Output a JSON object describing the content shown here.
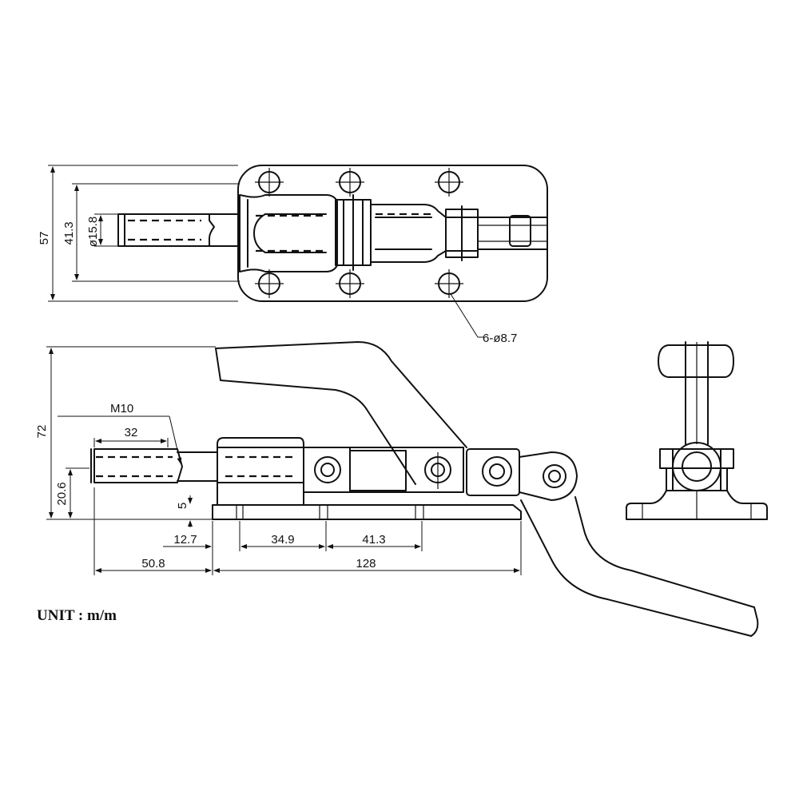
{
  "top_view": {
    "dim_height_57": "57",
    "dim_height_41_3": "41.3",
    "dim_plunger_dia": "ø15.8",
    "hole_callout": "6-ø8.7"
  },
  "side_view": {
    "dim_height_72": "72",
    "thread_callout": "M10",
    "dim_thread_length": "32",
    "dim_axis_height": "20.6",
    "dim_base_thickness": "5",
    "dim_offset_12_7": "12.7",
    "dim_hole_spacing_1": "34.9",
    "dim_hole_spacing_2": "41.3",
    "dim_plunger_length": "50.8",
    "dim_base_length": "128"
  },
  "unit_note": "UNIT : m/m"
}
